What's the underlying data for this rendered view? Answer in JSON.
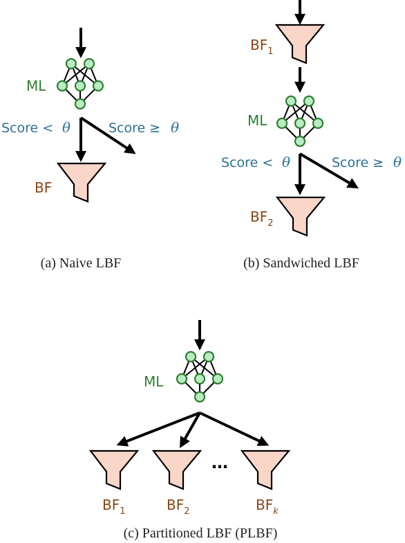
{
  "panels": {
    "naive": {
      "ml_label": "ML",
      "left_branch_label": "Score <",
      "right_branch_label": "Score ≥",
      "threshold_symbol": "θ",
      "bf_label": "BF",
      "caption": "(a) Naive LBF"
    },
    "sandwiched": {
      "ml_label": "ML",
      "bf_top_label": "BF",
      "bf_top_sub": "1",
      "left_branch_label": "Score <",
      "right_branch_label": "Score ≥",
      "threshold_symbol": "θ",
      "bf_bottom_label": "BF",
      "bf_bottom_sub": "2",
      "caption": "(b) Sandwiched LBF"
    },
    "partitioned": {
      "ml_label": "ML",
      "filters": [
        {
          "label": "BF",
          "sub": "1"
        },
        {
          "label": "BF",
          "sub": "2"
        },
        {
          "label": "BF",
          "sub": "k"
        }
      ],
      "ellipsis": "…",
      "caption": "(c) Partitioned LBF (PLBF)"
    }
  },
  "colors": {
    "ml_label": "#2e7d32",
    "bf_label": "#8b4513",
    "score_label": "#2a6f97",
    "funnel_fill": "#fad6c8",
    "node_fill": "#b9ecc3",
    "node_stroke": "#2e7d32"
  }
}
